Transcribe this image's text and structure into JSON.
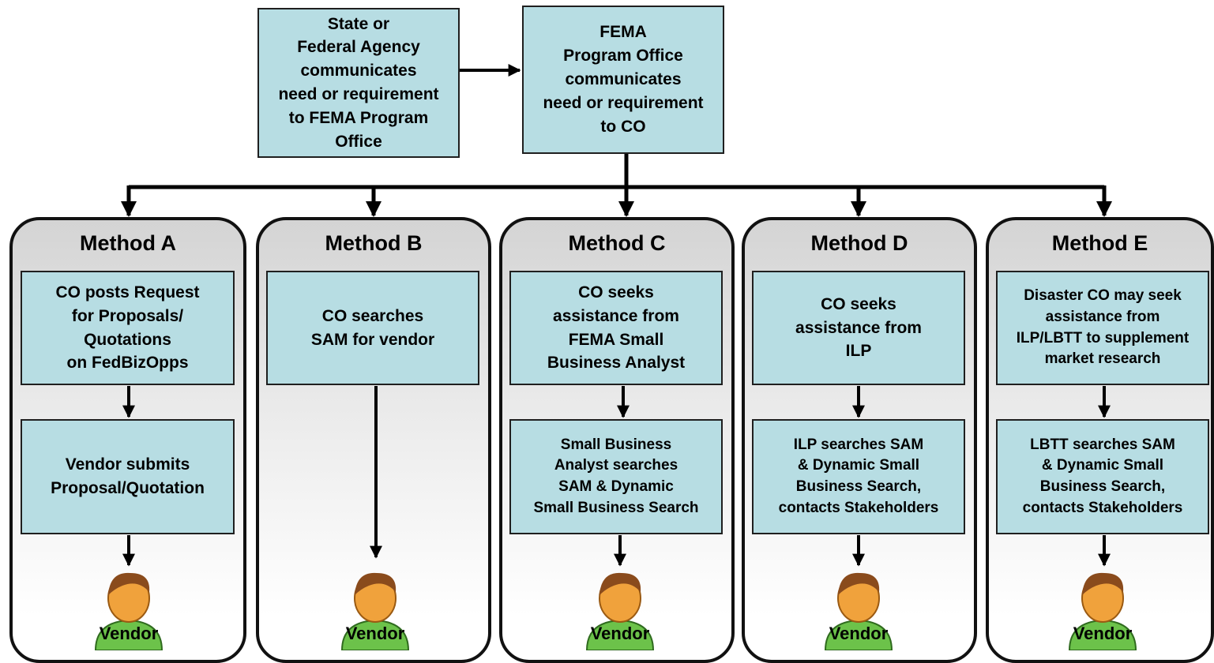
{
  "top": {
    "state_box": "State or\nFederal Agency\ncommunicates\nneed or requirement\nto FEMA Program\nOffice",
    "fema_box": "FEMA\nProgram Office\ncommunicates\nneed or requirement\nto CO"
  },
  "methods": [
    {
      "title": "Method A",
      "step1": "CO posts Request\nfor Proposals/\nQuotations\non FedBizOpps",
      "step2": "Vendor submits\nProposal/Quotation",
      "vendor": "Vendor"
    },
    {
      "title": "Method B",
      "step1": "CO searches\nSAM for vendor",
      "vendor": "Vendor"
    },
    {
      "title": "Method C",
      "step1": "CO seeks\nassistance from\nFEMA Small\nBusiness Analyst",
      "step2": "Small Business\nAnalyst searches\nSAM & Dynamic\nSmall Business Search",
      "vendor": "Vendor"
    },
    {
      "title": "Method D",
      "step1": "CO seeks\nassistance from\nILP",
      "step2": "ILP searches SAM\n& Dynamic Small\nBusiness Search,\ncontacts Stakeholders",
      "vendor": "Vendor"
    },
    {
      "title": "Method E",
      "step1": "Disaster CO may seek\nassistance from\nILP/LBTT to supplement\nmarket research",
      "step2": "LBTT searches SAM\n& Dynamic Small\nBusiness Search,\ncontacts Stakeholders",
      "vendor": "Vendor"
    }
  ],
  "colors": {
    "box_fill": "#b7dde3",
    "vendor_shirt": "#6cc24a",
    "vendor_face": "#f0a23c",
    "vendor_hair": "#8a4b1c"
  },
  "icons": [
    "vendor-person-icon"
  ]
}
